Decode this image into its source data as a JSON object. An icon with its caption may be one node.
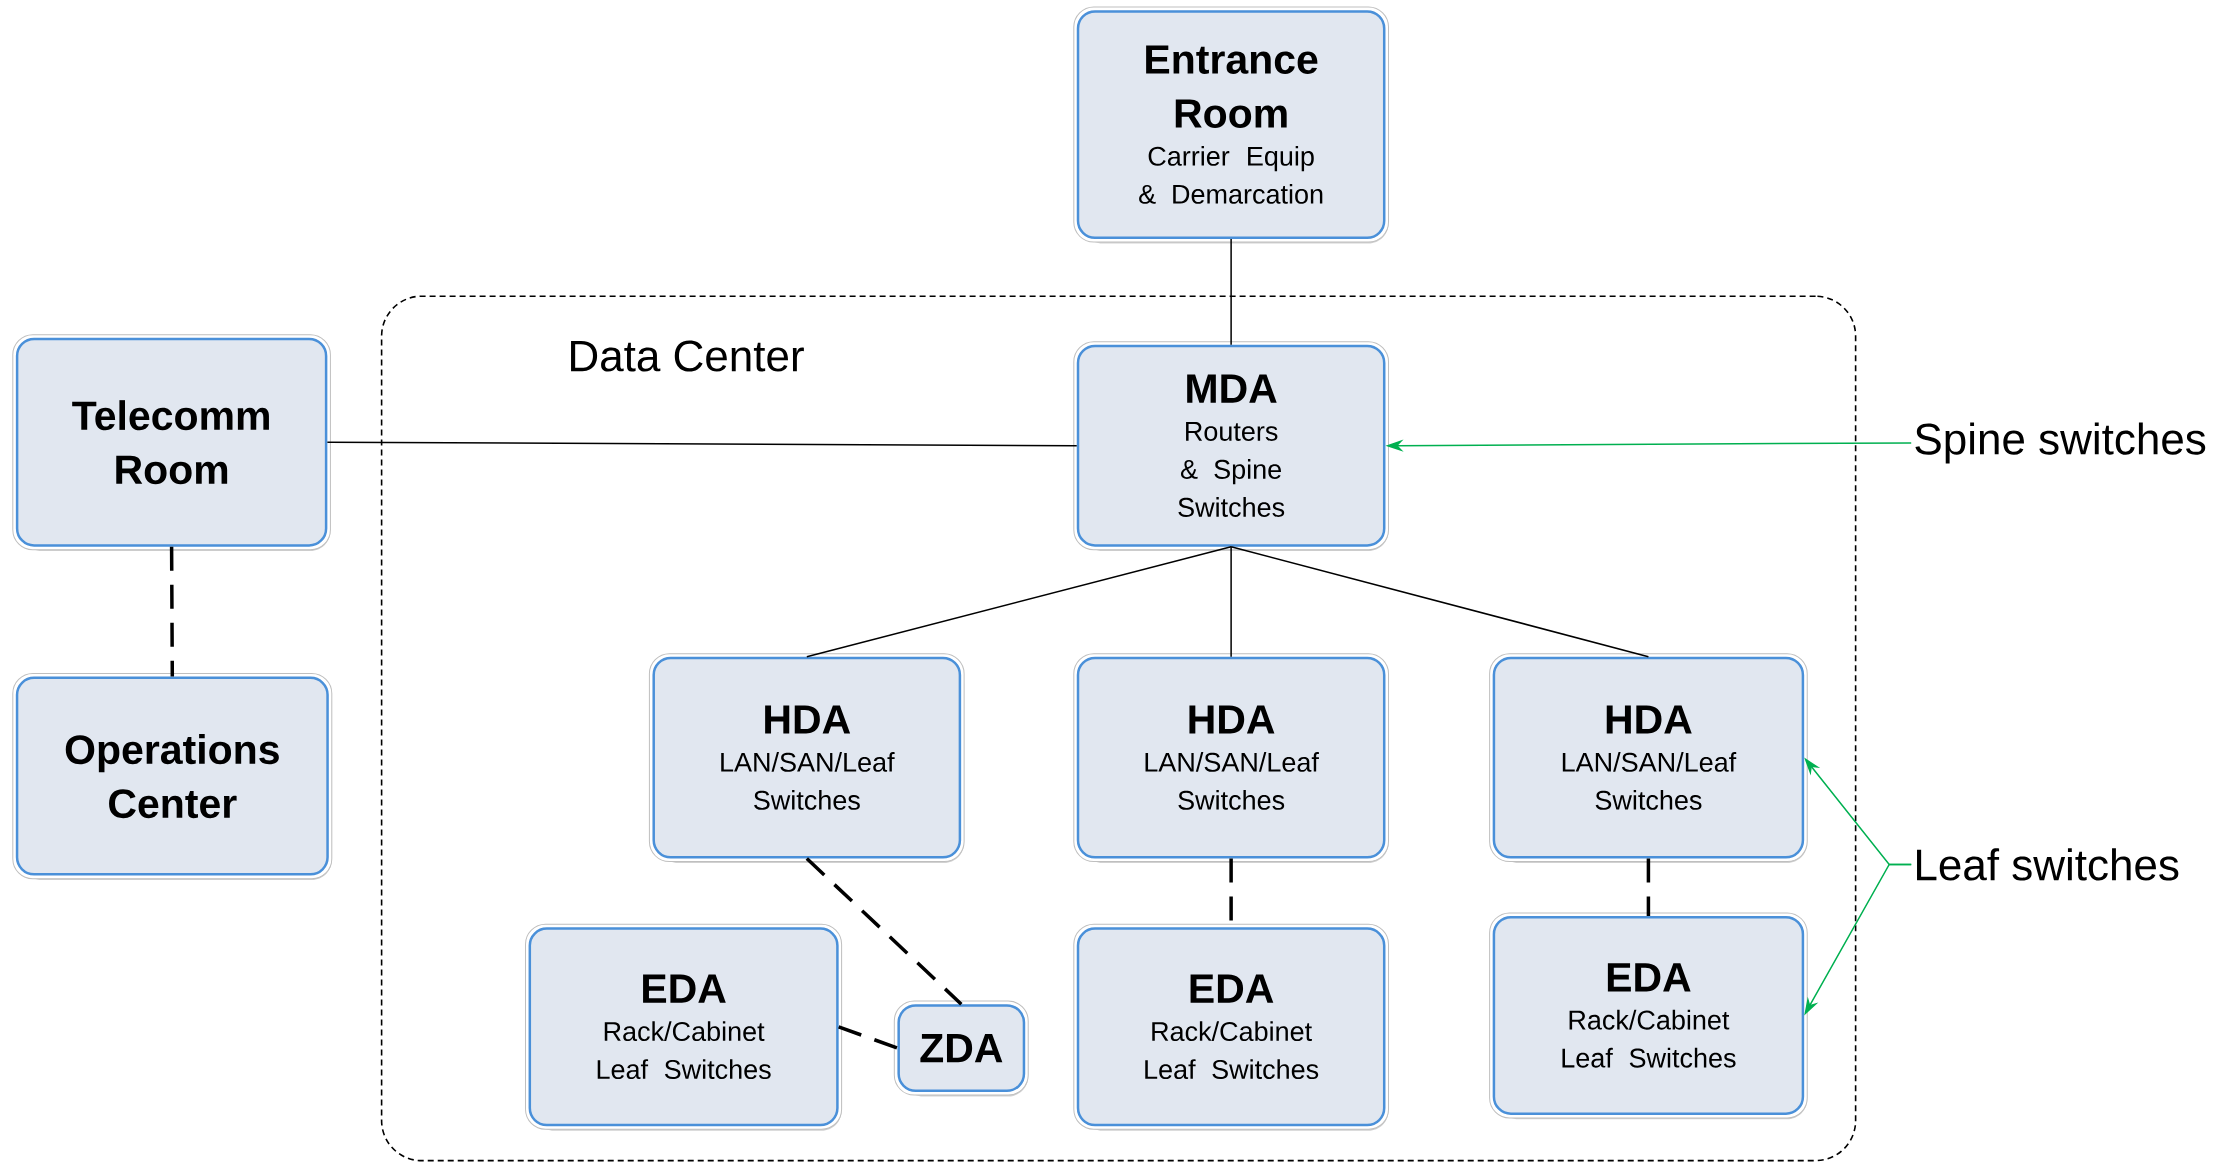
{
  "diagram": {
    "nodes": [
      {
        "text": [
          "Data Center"
        ]
      },
      {
        "text": [
          "Entrance Room",
          "Carrier Equip & Demarcation"
        ]
      },
      {
        "text": [
          "Telecomm Room"
        ]
      },
      {
        "text": [
          "Operations Center"
        ]
      },
      {
        "text": [
          "MDA",
          "Routers & Spine Switches"
        ],
        "in": 0
      },
      {
        "text": [
          "HDA",
          "LAN/SAN/Leaf Switches"
        ],
        "in": 0
      },
      {
        "text": [
          "HDA",
          "LAN/SAN/Leaf Switches"
        ],
        "in": 0
      },
      {
        "text": [
          "HDA",
          "LAN/SAN/Leaf Switches"
        ],
        "in": 0
      },
      {
        "text": [
          "EDA",
          "Rack/Cabinet Leaf Switches"
        ],
        "in": 0
      },
      {
        "text": [
          "ZDA"
        ],
        "in": 0
      },
      {
        "text": [
          "EDA",
          "Rack/Cabinet Leaf Switches"
        ],
        "in": 0
      },
      {
        "text": [
          "EDA",
          "Rack/Cabinet Leaf Switches"
        ],
        "in": 0
      },
      {
        "text": [
          "Spine switches"
        ]
      },
      {
        "text": [
          "Leaf switches"
        ]
      }
    ],
    "edges": [
      {
        "from": 1,
        "to": 4,
        "arrow": "none"
      },
      {
        "from": 2,
        "to": 4,
        "arrow": "none"
      },
      {
        "from": 2,
        "to": 3,
        "arrow": "none",
        "style": "dashed"
      },
      {
        "from": 4,
        "to": 5,
        "arrow": "none"
      },
      {
        "from": 4,
        "to": 6,
        "arrow": "none"
      },
      {
        "from": 4,
        "to": 7,
        "arrow": "none"
      },
      {
        "from": 5,
        "to": 9,
        "arrow": "none",
        "style": "dashed"
      },
      {
        "from": 8,
        "to": 9,
        "arrow": "none",
        "style": "dashed"
      },
      {
        "from": 6,
        "to": 10,
        "arrow": "none",
        "style": "dashed"
      },
      {
        "from": 7,
        "to": 11,
        "arrow": "none",
        "style": "dashed"
      },
      {
        "from": 12,
        "to": 4,
        "arrow": "to",
        "color": "#00b050"
      },
      {
        "from": 13,
        "to": 7,
        "arrow": "to",
        "color": "#00b050"
      },
      {
        "from": 13,
        "to": 11,
        "arrow": "to",
        "color": "#00b050"
      }
    ]
  }
}
